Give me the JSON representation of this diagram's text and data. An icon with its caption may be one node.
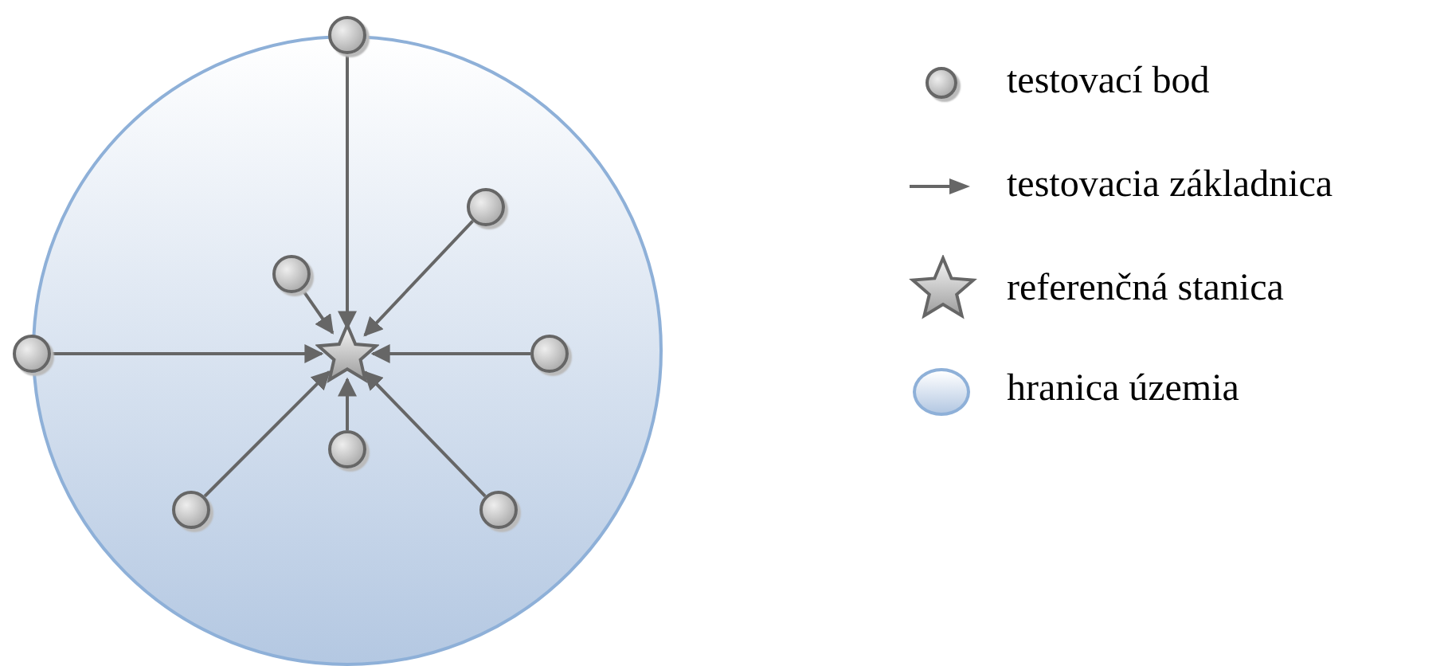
{
  "diagram": {
    "nodes": [
      {
        "text": [],
        "shape": "circle"
      },
      {
        "text": [],
        "shape": "circle"
      },
      {
        "text": [],
        "shape": "circle",
        "in": 0
      },
      {
        "text": [],
        "shape": "circle",
        "in": 0
      },
      {
        "text": [],
        "shape": "circle"
      },
      {
        "text": [],
        "shape": "star",
        "in": 0
      },
      {
        "text": [],
        "shape": "circle",
        "in": 0
      },
      {
        "text": [],
        "shape": "circle",
        "in": 0
      },
      {
        "text": [],
        "shape": "circle",
        "in": 0
      },
      {
        "text": [],
        "shape": "circle",
        "in": 0
      }
    ],
    "edges": [
      {
        "from": 1,
        "to": 5,
        "arrow": "to"
      },
      {
        "from": 2,
        "to": 5,
        "arrow": "to"
      },
      {
        "from": 3,
        "to": 5,
        "arrow": "to"
      },
      {
        "from": 4,
        "to": 5,
        "arrow": "to"
      },
      {
        "from": 6,
        "to": 5,
        "arrow": "to"
      },
      {
        "from": 7,
        "to": 5,
        "arrow": "to"
      },
      {
        "from": 8,
        "to": 5,
        "arrow": "to"
      },
      {
        "from": 9,
        "to": 5,
        "arrow": "to"
      }
    ],
    "legend": [
      {
        "text": "testovací bod"
      },
      {
        "text": "testovacia základnica"
      },
      {
        "text": "referenčná stanica"
      },
      {
        "text": "hranica územia"
      }
    ]
  }
}
